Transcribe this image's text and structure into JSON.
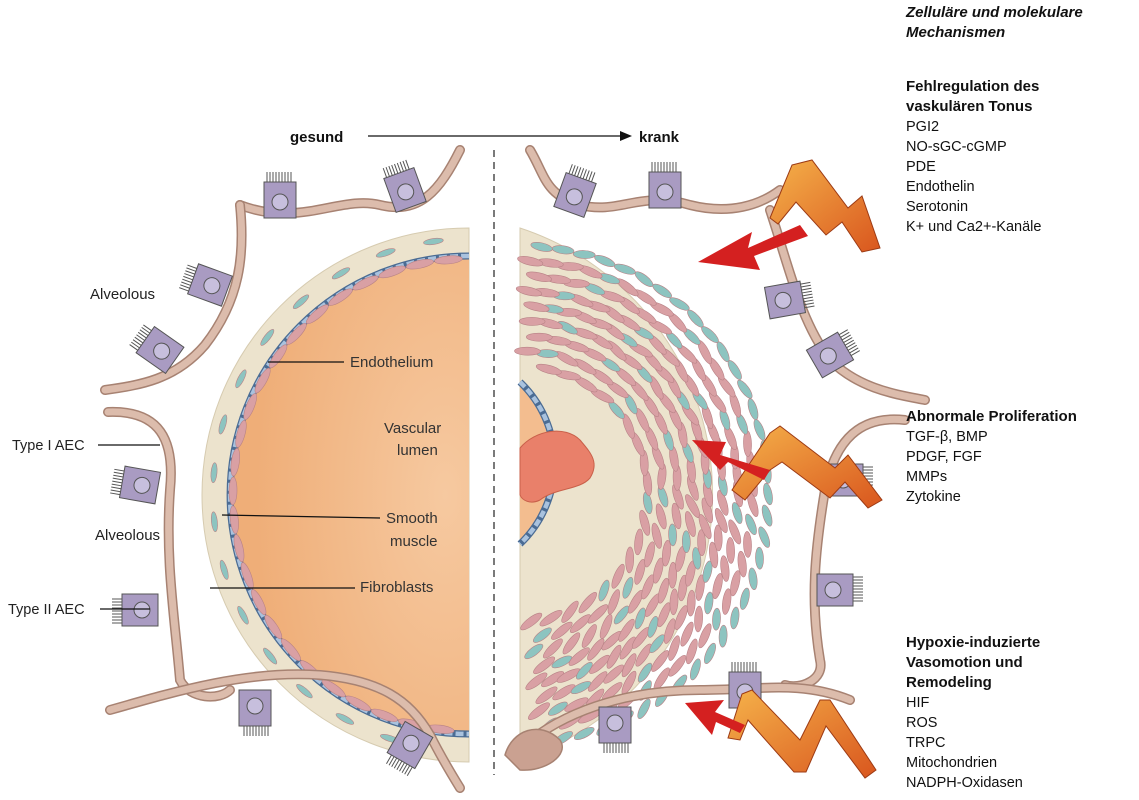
{
  "header": {
    "gesund": "gesund",
    "krank": "krank"
  },
  "left_labels": {
    "alveolous_top": "Alveolous",
    "alveolous_bottom": "Alveolous",
    "type1": "Type I AEC",
    "type2": "Type II AEC",
    "endothelium": "Endothelium",
    "vascular_lumen_1": "Vascular",
    "vascular_lumen_2": "lumen",
    "smooth_muscle_1": "Smooth",
    "smooth_muscle_2": "muscle",
    "fibroblasts": "Fibroblasts"
  },
  "sidebar": {
    "title_1": "Zelluläre und molekulare",
    "title_2": "Mechanismen",
    "groups": [
      {
        "heading_lines": [
          "Fehlregulation des",
          "vaskulären Tonus"
        ],
        "items": [
          "PGI2",
          "NO-sGC-cGMP",
          "PDE",
          "Endothelin",
          "Serotonin",
          "K+ und Ca2+-Kanäle"
        ]
      },
      {
        "heading_lines": [
          "Abnormale Proliferation"
        ],
        "items": [
          "TGF-β, BMP",
          "PDGF, FGF",
          "MMPs",
          "Zytokine"
        ]
      },
      {
        "heading_lines": [
          "Hypoxie-induzierte",
          "Vasomotion und",
          "Remodeling"
        ],
        "items": [
          "HIF",
          "ROS",
          "TRPC",
          "Mitochondrien",
          "NADPH-Oxidasen"
        ]
      }
    ]
  },
  "colors": {
    "lumen": "#f3b98a",
    "wall": "#ede4cf",
    "smooth_muscle": "#d9a0a4",
    "fibroblast": "#8dc4c0",
    "endothelium": "#9fb9d6",
    "alveolar_wall": "#d8b6a6",
    "type2_cell": "#a99bc2",
    "arrow": "#cc2222",
    "lightning": "#e07b2c"
  }
}
